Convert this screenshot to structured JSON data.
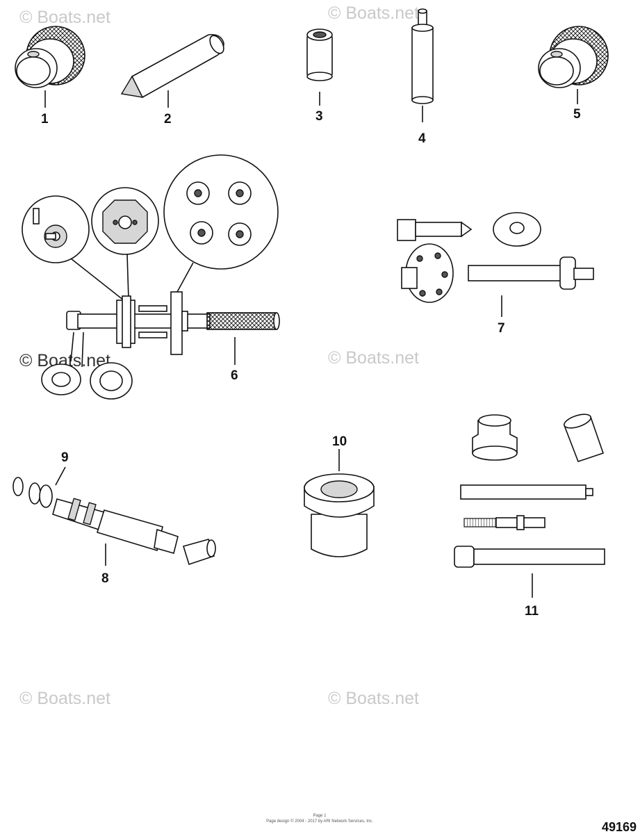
{
  "watermarks": [
    "© Boats.net",
    "© Boats.net",
    "© Boats.net",
    "© Boats.net",
    "© Boats.net",
    "© Boats.net"
  ],
  "callouts": [
    "1",
    "2",
    "3",
    "4",
    "5",
    "6",
    "7",
    "8",
    "9",
    "10",
    "11"
  ],
  "figure_number": "49169",
  "footer_lines": [
    "Page 1",
    "Page design © 2004 - 2017 by ARI Network Services, Inc."
  ],
  "colors": {
    "line": "#111111",
    "watermark": "#c9c9c9",
    "fill": "#ffffff"
  }
}
